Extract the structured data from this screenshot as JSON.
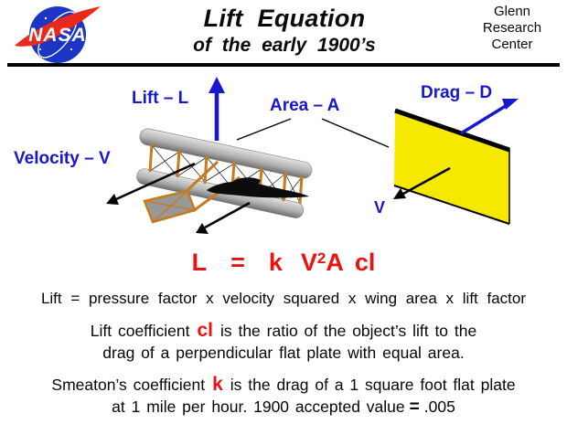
{
  "header": {
    "logo_label": "NASA",
    "title": "Lift Equation",
    "subtitle": "of the early 1900’s",
    "org_lines": [
      "Glenn",
      "Research",
      "Center"
    ]
  },
  "diagram": {
    "lift_label": "Lift – L",
    "area_label": "Area – A",
    "drag_label": "Drag – D",
    "velocity_label": "Velocity – V",
    "v_label": "V"
  },
  "equation": {
    "lhs": "L",
    "equals": "=",
    "k": "k",
    "v": "V",
    "exponent": "2",
    "area": "A",
    "cl": "cl"
  },
  "definitions": {
    "word_equation": "Lift = pressure factor x velocity squared x wing area x lift factor",
    "cl_def": {
      "pre": "Lift coefficient",
      "symbol": "cl",
      "post": "is the ratio of the object’s lift to the",
      "line2": "drag of a perpendicular flat plate with equal area."
    },
    "k_def": {
      "pre": "Smeaton’s coefficient",
      "symbol": "k",
      "post": "is the drag of a 1 square foot flat plate",
      "line2_pre": "at 1 mile per hour.  1900 accepted value",
      "line2_equals": "=",
      "line2_value": ".005"
    }
  },
  "colors": {
    "label_blue": "#1717cd",
    "equation_red": "#ee1111",
    "plate_yellow": "#f6e900",
    "nasa_blue": "#1c35c4",
    "nasa_red": "#e8291c",
    "strut_orange": "#c87a1e"
  }
}
